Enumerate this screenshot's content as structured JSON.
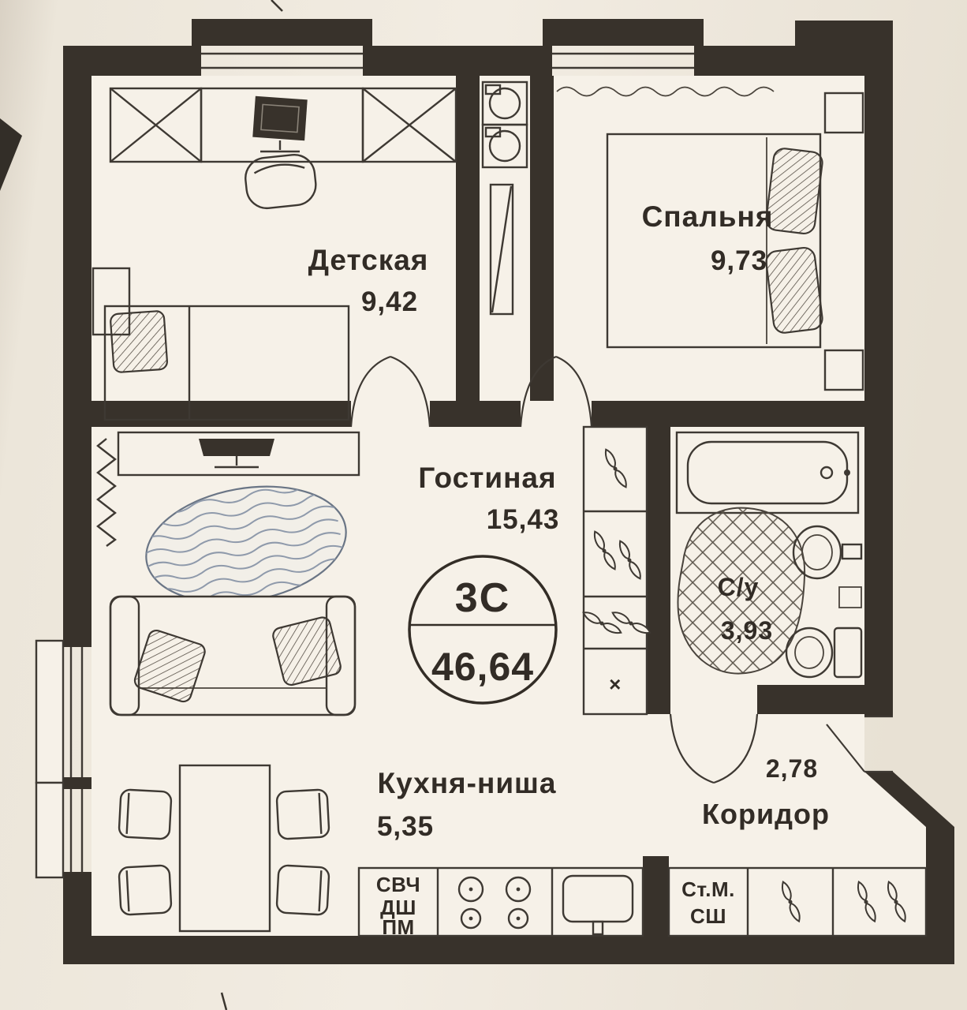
{
  "badge": {
    "code": "3С",
    "area": "46,64"
  },
  "rooms": {
    "detskaya": {
      "name": "Детская",
      "area": "9,42"
    },
    "spalnya": {
      "name": "Спальня",
      "area": "9,73"
    },
    "gostinaya": {
      "name": "Гостиная",
      "area": "15,43"
    },
    "kitchen": {
      "name": "Кухня-ниша",
      "area": "5,35"
    },
    "bathroom": {
      "name": "С/у",
      "area": "3,93"
    },
    "corridor": {
      "name": "Коридор",
      "area": "2,78"
    }
  },
  "labels": {
    "kitchen_units": [
      "СВЧ",
      "ДШ",
      "ПМ"
    ],
    "hall_units": [
      "Ст.М.",
      "СШ"
    ],
    "cross": "×"
  }
}
